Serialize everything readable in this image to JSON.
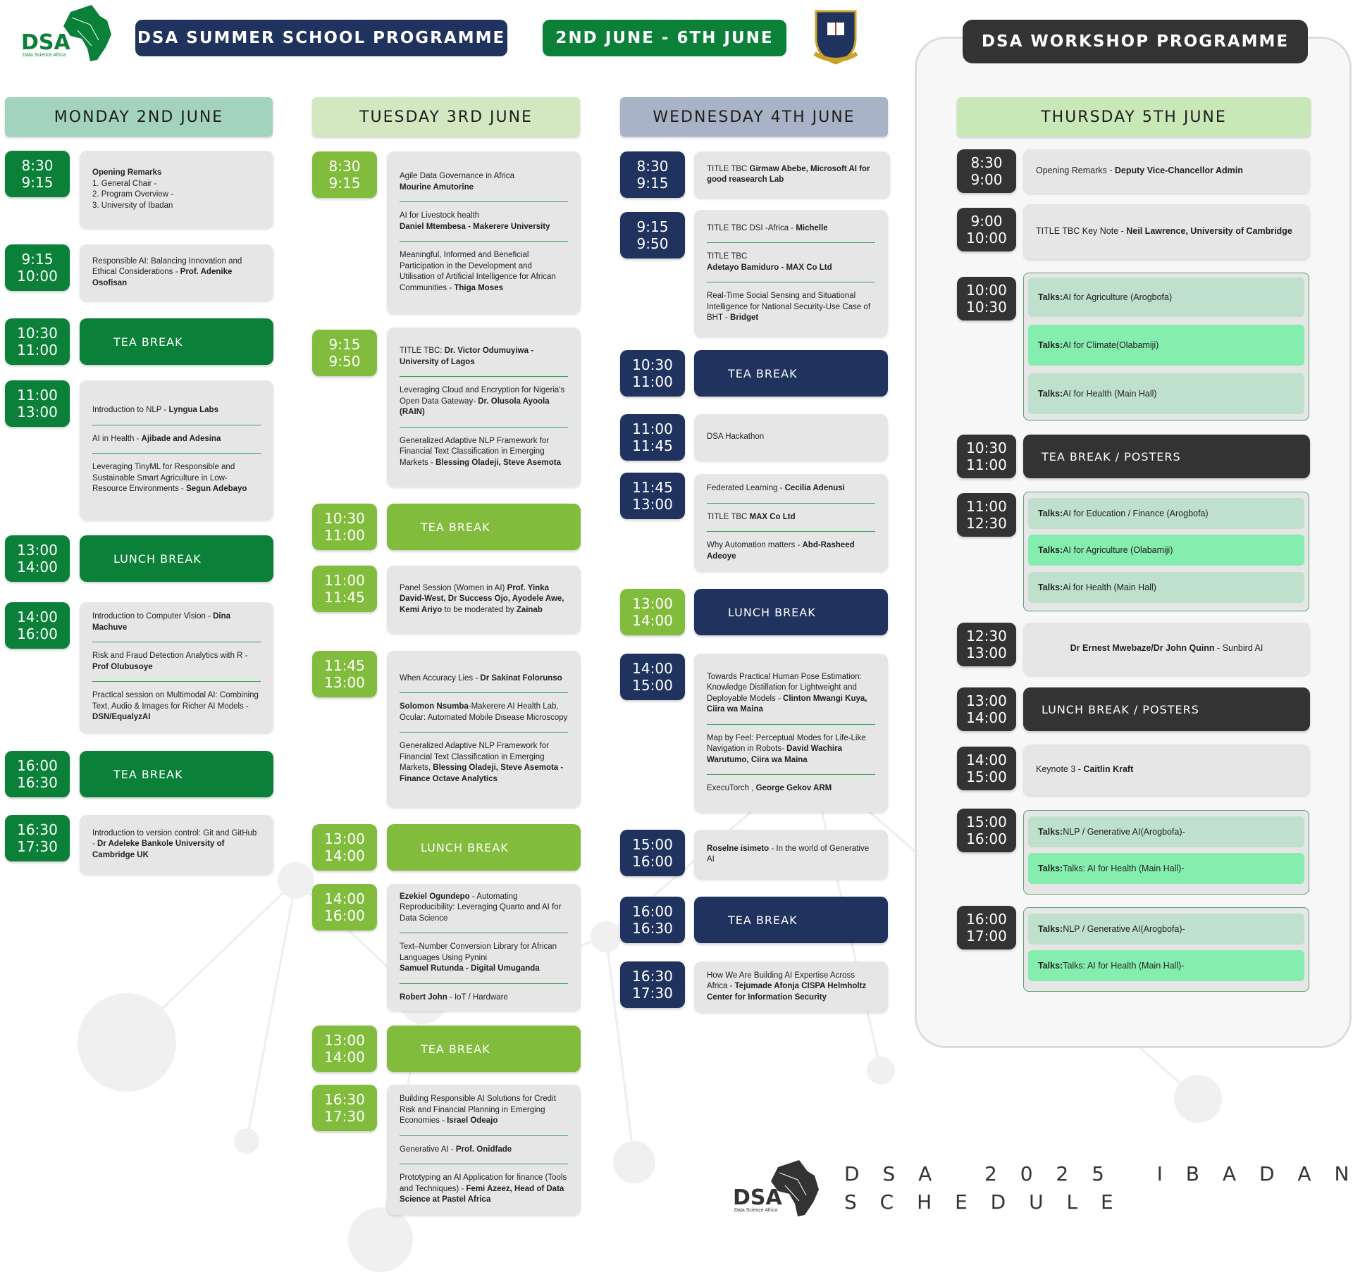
{
  "header": {
    "logo_text": "DSA",
    "logo_subtext": "Data Science Africa",
    "summer_title": "DSA SUMMER SCHOOL PROGRAMME",
    "date_range": "2ND JUNE - 6TH JUNE",
    "workshop_title": "DSA WORKSHOP PROGRAMME"
  },
  "colors": {
    "dark_green": "#0a8038",
    "light_green": "#82bc3c",
    "navy": "#1f335e",
    "charcoal": "#333333",
    "card_grey": "#e6e6e6",
    "talk_mint": "#bfe0cc",
    "talk_bright": "#85edae"
  },
  "monday": {
    "title": "MONDAY 2ND JUNE",
    "sessions": [
      {
        "t1": "8:30",
        "t2": "9:15",
        "items": [
          [
            "",
            "Opening Remarks",
            "\n1. General Chair -\n2. Program Overview -\n3. University of Ibadan"
          ]
        ]
      },
      {
        "t1": "9:15",
        "t2": "10:00",
        "items": [
          [
            "Responsible AI: Balancing Innovation and Ethical Considerations - ",
            "Prof. Adenike Osofisan",
            ""
          ]
        ]
      },
      {
        "t1": "10:30",
        "t2": "11:00",
        "brk": "TEA BREAK"
      },
      {
        "t1": "11:00",
        "t2": "13:00",
        "items": [
          [
            "Introduction to NLP - ",
            "Lyngua Labs",
            ""
          ],
          [
            "AI in Health - ",
            "Ajibade and Adesina",
            ""
          ],
          [
            "Leveraging TinyML for Responsible and Sustainable Smart Agriculture in Low-Resource Environments - ",
            "Segun Adebayo",
            ""
          ]
        ]
      },
      {
        "t1": "13:00",
        "t2": "14:00",
        "brk": "LUNCH BREAK"
      },
      {
        "t1": "14:00",
        "t2": "16:00",
        "items": [
          [
            "Introduction to Computer Vision - ",
            "Dina Machuve",
            ""
          ],
          [
            "Risk and Fraud Detection Analytics with R - ",
            "Prof Olubusoye",
            ""
          ],
          [
            "Practical session on Multimodal AI: Combining Text, Audio & Images for Richer AI Models - ",
            "DSN/EqualyzAI",
            ""
          ]
        ]
      },
      {
        "t1": "16:00",
        "t2": "16:30",
        "brk": "TEA  BREAK"
      },
      {
        "t1": "16:30",
        "t2": "17:30",
        "items": [
          [
            "Introduction to version control: Git and GitHub - ",
            "Dr Adeleke Bankole University of Cambridge UK",
            ""
          ]
        ]
      }
    ]
  },
  "tuesday": {
    "title": "TUESDAY 3RD JUNE",
    "sessions": [
      {
        "t1": "8:30",
        "t2": "9:15",
        "items": [
          [
            "Agile Data Governance in Africa\n",
            "Mourine Amutorine",
            ""
          ],
          [
            "AI for Livestock health\n",
            "Daniel Mtembesa - Makerere University",
            ""
          ],
          [
            "Meaningful, Informed and Beneficial Participation in the Development and Utilisation of Artificial Intelligence for African Communities - ",
            "Thiga Moses",
            ""
          ]
        ]
      },
      {
        "t1": "9:15",
        "t2": "9:50",
        "items": [
          [
            "TITLE TBC: ",
            "Dr. Victor Odumuyiwa - University of Lagos",
            ""
          ],
          [
            "Leveraging Cloud and Encryption for Nigeria's Open Data Gateway- ",
            "Dr. Olusola Ayoola (RAIN)",
            ""
          ],
          [
            "Generalized Adaptive NLP Framework for Financial Text Classification in Emerging Markets - ",
            "Blessing Oladeji, Steve Asemota",
            ""
          ]
        ]
      },
      {
        "t1": "10:30",
        "t2": "11:00",
        "brk": "TEA BREAK"
      },
      {
        "t1": "11:00",
        "t2": "11:45",
        "items": [
          [
            "Panel Session (Women in AI) ",
            "Prof. Yinka David-West, Dr Success Ojo, Ayodele Awe, Kemi Ariyo",
            " to be moderated by "
          ],
          [
            "",
            "Zainab",
            ""
          ]
        ]
      },
      {
        "t1": "11:45",
        "t2": "13:00",
        "items": [
          [
            "When Accuracy Lies - ",
            "Dr Sakinat Folorunso",
            ""
          ],
          [
            "",
            "Solomon Nsumba",
            "-Makerere AI Health Lab, Ocular: Automated Mobile Disease Microscopy"
          ],
          [
            "Generalized Adaptive NLP Framework for Financial Text Classification in Emerging Markets, ",
            "Blessing Oladeji, Steve Asemota - Finance Octave Analytics",
            ""
          ]
        ]
      },
      {
        "t1": "13:00",
        "t2": "14:00",
        "brk": "LUNCH BREAK"
      },
      {
        "t1": "14:00",
        "t2": "16:00",
        "items": [
          [
            "",
            "Ezekiel Ogundepo",
            " - Automating Reproducibility: Leveraging Quarto and AI for Data Science"
          ],
          [
            "Text–Number Conversion Library for African Languages Using Pynini\n",
            "Samuel Rutunda - Digital Umuganda",
            ""
          ],
          [
            "",
            "Robert John",
            " - IoT / Hardware"
          ]
        ]
      },
      {
        "t1": "13:00",
        "t2": "14:00",
        "brk": "TEA BREAK"
      },
      {
        "t1": "16:30",
        "t2": "17:30",
        "items": [
          [
            "Building Responsible AI Solutions for Credit Risk and Financial Planning in Emerging Economies - ",
            "Israel Odeajo",
            ""
          ],
          [
            "Generative AI - ",
            "Prof. Onidfade",
            ""
          ],
          [
            "Prototyping an AI Application for finance (Tools and Techniques) - ",
            "Femi Azeez, Head of Data Science at Pastel Africa",
            ""
          ]
        ]
      }
    ]
  },
  "wednesday": {
    "title": "WEDNESDAY 4TH JUNE",
    "sessions": [
      {
        "t1": "8:30",
        "t2": "9:15",
        "items": [
          [
            "TITLE TBC  ",
            "Girmaw Abebe, Microsoft AI for good reasearch Lab",
            ""
          ]
        ]
      },
      {
        "t1": "9:15",
        "t2": "9:50",
        "items": [
          [
            "TITLE TBC DSI -Africa - ",
            "Michelle",
            ""
          ],
          [
            "TITLE TBC\n",
            "Adetayo Bamiduro - MAX Co Ltd",
            ""
          ],
          [
            "Real-Time Social Sensing and Situational Intelligence for National Security-Use Case of BHT - ",
            "Bridget",
            ""
          ]
        ]
      },
      {
        "t1": "10:30",
        "t2": "11:00",
        "brk": "TEA BREAK"
      },
      {
        "t1": "11:00",
        "t2": "11:45",
        "items": [
          [
            "DSA Hackathon",
            "",
            ""
          ]
        ]
      },
      {
        "t1": "11:45",
        "t2": "13:00",
        "items": [
          [
            "Federated Learning - ",
            "Cecilia Adenusi",
            ""
          ],
          [
            "TITLE TBC ",
            "MAX Co Ltd",
            ""
          ],
          [
            "Why Automation matters - ",
            "Abd-Rasheed Adeoye",
            ""
          ]
        ]
      },
      {
        "t1": "13:00",
        "t2": "14:00",
        "brk": "LUNCH BREAK"
      },
      {
        "t1": "14:00",
        "t2": "15:00",
        "items": [
          [
            "Towards Practical Human Pose Estimation: Knowledge Distillation for Lightweight and Deployable Models - ",
            "Clinton Mwangi Kuya, Ciira wa Maina",
            ""
          ],
          [
            "Map by Feel: Perceptual Modes for Life-Like Navigation in Robots- ",
            "David Wachira Warutumo, Ciira wa Maina",
            ""
          ],
          [
            "ExecuTorch , ",
            "George Gekov ARM",
            ""
          ]
        ]
      },
      {
        "t1": "15:00",
        "t2": "16:00",
        "items": [
          [
            "",
            "Roselne isimeto",
            " - In the world of Generative AI"
          ]
        ]
      },
      {
        "t1": "16:00",
        "t2": "16:30",
        "brk": "TEA BREAK"
      },
      {
        "t1": "16:30",
        "t2": "17:30",
        "items": [
          [
            "How We Are Building AI Expertise Across Africa - ",
            "Tejumade Afonja CISPA Helmholtz Center for Information Security",
            ""
          ]
        ]
      }
    ]
  },
  "thursday": {
    "title": "THURSDAY 5TH JUNE",
    "sessions": [
      {
        "t1": "8:30",
        "t2": "9:00",
        "text": [
          "Opening Remarks - ",
          "Deputy Vice-Chancellor Admin"
        ]
      },
      {
        "t1": "9:00",
        "t2": "10:00",
        "text": [
          "TITLE TBC Key Note - ",
          "Neil Lawrence, University of Cambridge"
        ]
      },
      {
        "t1": "10:00",
        "t2": "10:30",
        "talks": [
          [
            "Talks:",
            " AI for Agriculture (Arogbofa)"
          ],
          [
            "Talks:",
            " AI for Climate(Olabamiji)"
          ],
          [
            "Talks:",
            " AI for Health (Main Hall)"
          ]
        ]
      },
      {
        "t1": "10:30",
        "t2": "11:00",
        "brk": "TEA BREAK / POSTERS"
      },
      {
        "t1": "11:00",
        "t2": "12:30",
        "talks": [
          [
            "Talks:",
            " AI for Education / Finance (Arogbofa)"
          ],
          [
            "Talks:",
            "  AI for Agriculture (Olabamiji)"
          ],
          [
            "Talks:",
            " Ai for Health (Main Hall)"
          ]
        ]
      },
      {
        "t1": "12:30",
        "t2": "13:00",
        "text": [
          "Dr Ernest Mwebaze/Dr John Quinn",
          " - Sunbird AI"
        ]
      },
      {
        "t1": "13:00",
        "t2": "14:00",
        "brk": "LUNCH BREAK / POSTERS"
      },
      {
        "t1": "14:00",
        "t2": "15:00",
        "text": [
          "Keynote 3 - ",
          "Caitlin Kraft"
        ]
      },
      {
        "t1": "15:00",
        "t2": "16:00",
        "talks": [
          [
            "Talks:",
            " NLP / Generative AI(Arogbofa)-"
          ],
          [
            "Talks:",
            "  Talks: AI for Health (Main Hall)-"
          ]
        ]
      },
      {
        "t1": "16:00",
        "t2": "17:00",
        "talks": [
          [
            "Talks:",
            " NLP / Generative AI(Arogbofa)-"
          ],
          [
            "Talks:",
            "  Talks: AI for Health (Main Hall)-"
          ]
        ]
      }
    ]
  },
  "footer": {
    "line1": "D S A   2 0 2 5   I B A D A N",
    "line2": "S C H E D U L E"
  }
}
